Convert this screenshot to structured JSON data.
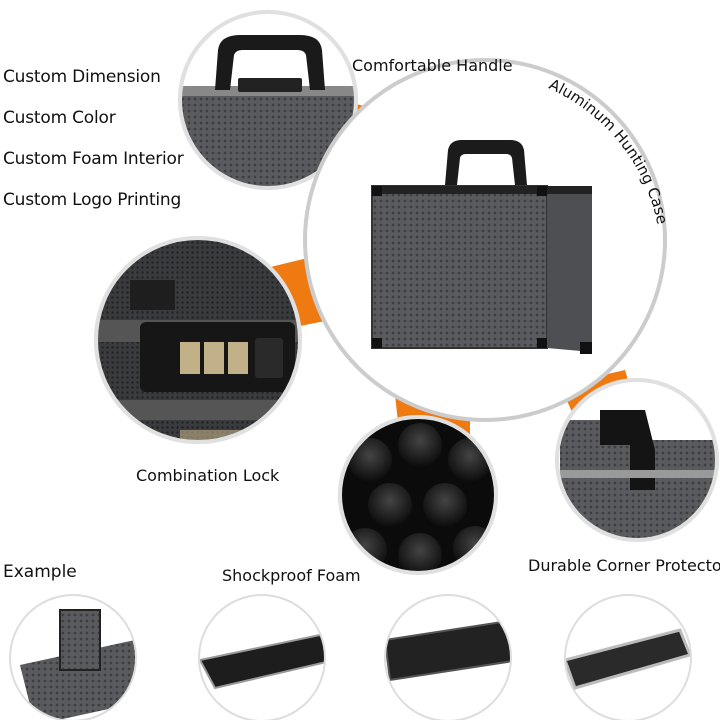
{
  "features": [
    "Custom Dimension",
    "Custom Color",
    "Custom Foam Interior",
    "Custom Logo Printing"
  ],
  "labels": {
    "handle": "Comfortable Handle",
    "title": "Aluminum Hunting Case",
    "lock": "Combination Lock",
    "foam": "Shockproof Foam",
    "corner": "Durable Corner Protector",
    "example": "Example"
  },
  "colors": {
    "accent": "#f07a12",
    "case": "#6c6d70",
    "dark": "#1c1c1e",
    "ring": "#d9d9d9"
  },
  "icons": [
    "handle-icon",
    "combination-lock-icon",
    "foam-icon",
    "corner-protector-icon"
  ]
}
